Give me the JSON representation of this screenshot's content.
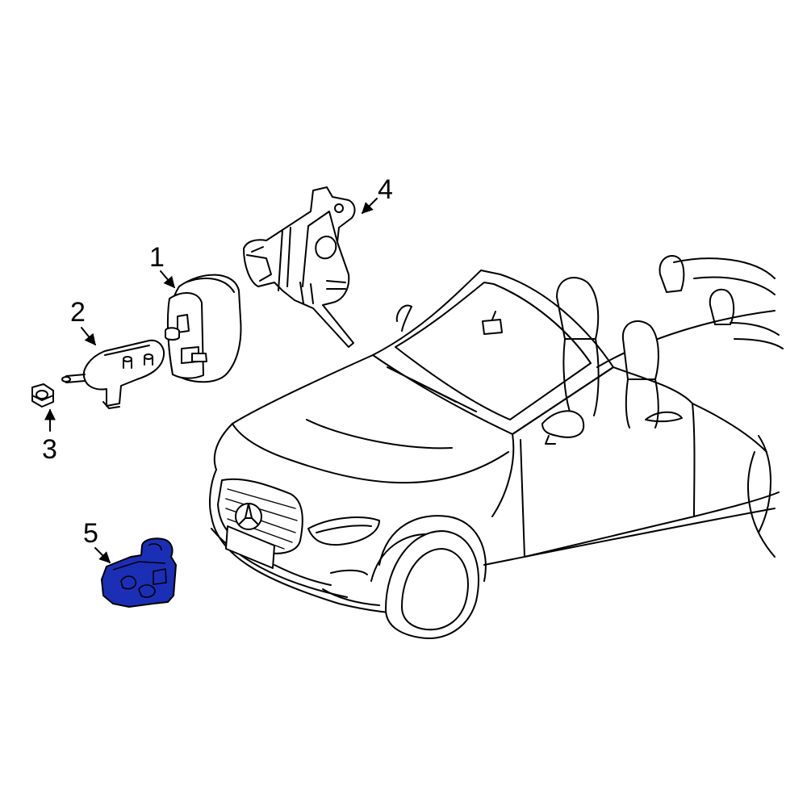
{
  "diagram": {
    "highlight_color": "#1a2fb5",
    "callouts": [
      {
        "label": "1",
        "part": "horn"
      },
      {
        "label": "2",
        "part": "mounting-bracket"
      },
      {
        "label": "3",
        "part": "nut"
      },
      {
        "label": "4",
        "part": "support-bracket"
      },
      {
        "label": "5",
        "part": "control-module"
      }
    ]
  }
}
